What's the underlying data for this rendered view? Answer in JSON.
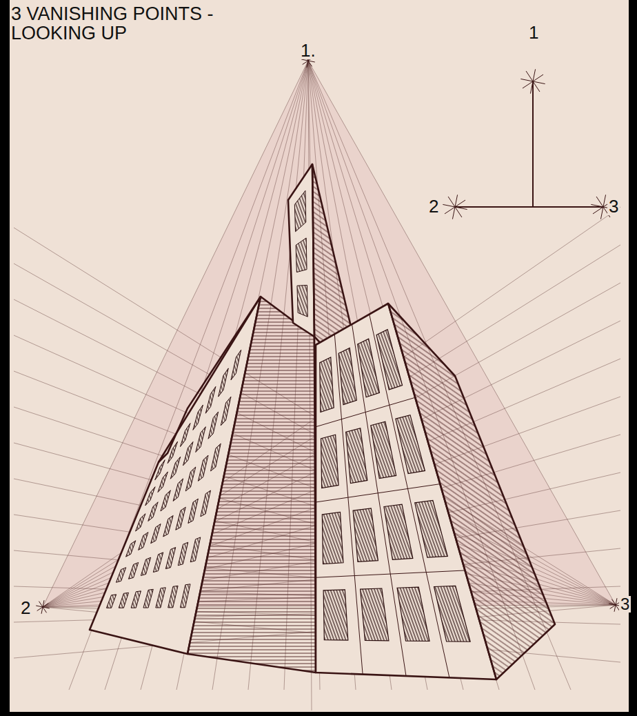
{
  "diagram": {
    "title": "3 VANISHING POINTS - LOOKING UP",
    "labels": [
      "1.",
      "1",
      "2",
      "3",
      "2",
      "3"
    ]
  }
}
